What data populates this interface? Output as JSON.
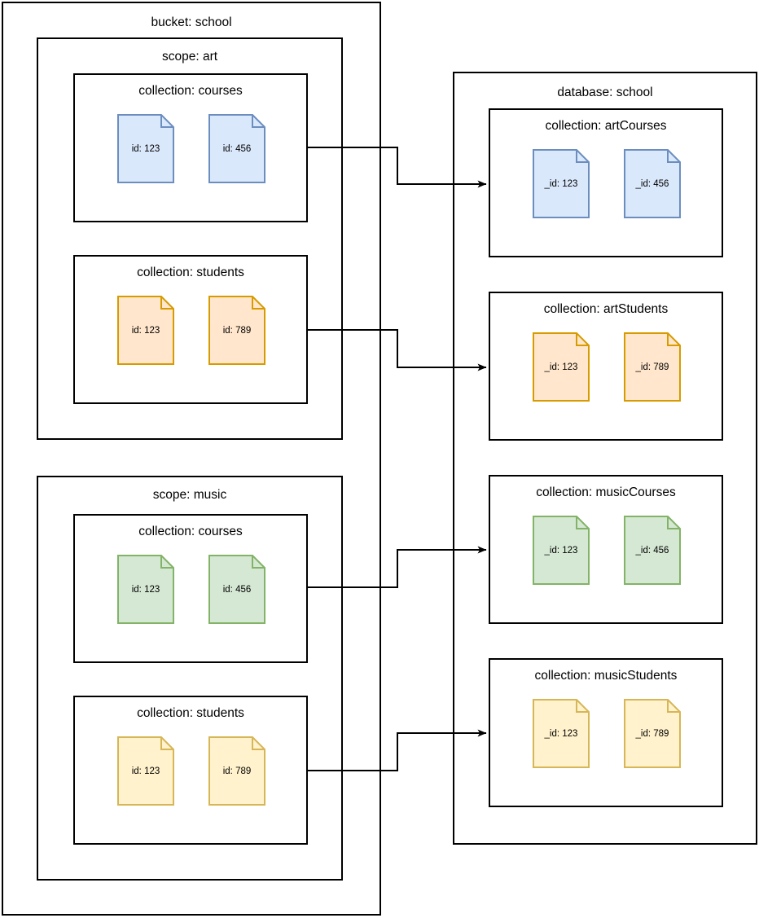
{
  "diagram": {
    "type": "couchbase-to-mongodb-mapping",
    "left_container": {
      "label": "bucket: school",
      "scopes": [
        {
          "label": "scope: art",
          "collections": [
            {
              "label": "collection: courses",
              "color_key": "blue",
              "documents": [
                {
                  "label": "id: 123"
                },
                {
                  "label": "id: 456"
                }
              ]
            },
            {
              "label": "collection: students",
              "color_key": "orange",
              "documents": [
                {
                  "label": "id: 123"
                },
                {
                  "label": "id: 789"
                }
              ]
            }
          ]
        },
        {
          "label": "scope: music",
          "collections": [
            {
              "label": "collection: courses",
              "color_key": "green",
              "documents": [
                {
                  "label": "id: 123"
                },
                {
                  "label": "id: 456"
                }
              ]
            },
            {
              "label": "collection: students",
              "color_key": "yellow",
              "documents": [
                {
                  "label": "id: 123"
                },
                {
                  "label": "id: 789"
                }
              ]
            }
          ]
        }
      ]
    },
    "right_container": {
      "label": "database: school",
      "collections": [
        {
          "label": "collection: artCourses",
          "color_key": "blue",
          "documents": [
            {
              "label": "_id: 123"
            },
            {
              "label": "_id: 456"
            }
          ]
        },
        {
          "label": "collection: artStudents",
          "color_key": "orange",
          "documents": [
            {
              "label": "_id: 123"
            },
            {
              "label": "_id: 789"
            }
          ]
        },
        {
          "label": "collection: musicCourses",
          "color_key": "green",
          "documents": [
            {
              "label": "_id: 123"
            },
            {
              "label": "_id: 456"
            }
          ]
        },
        {
          "label": "collection: musicStudents",
          "color_key": "yellow",
          "documents": [
            {
              "label": "_id: 123"
            },
            {
              "label": "_id: 789"
            }
          ]
        }
      ]
    },
    "connectors": [
      {
        "from": "collection: courses (art)",
        "to": "collection: artCourses"
      },
      {
        "from": "collection: students (art)",
        "to": "collection: artStudents"
      },
      {
        "from": "collection: courses (music)",
        "to": "collection: musicCourses"
      },
      {
        "from": "collection: students (music)",
        "to": "collection: musicStudents"
      }
    ]
  },
  "colors": {
    "background": "#ffffff",
    "frame_stroke": "#000000",
    "connector_stroke": "#000000",
    "text": "#000000",
    "blue_fill": "#dae8fc",
    "blue_stroke": "#6c8ebf",
    "orange_fill": "#ffe6cc",
    "orange_stroke": "#d79b00",
    "green_fill": "#d5e8d4",
    "green_stroke": "#82b366",
    "yellow_fill": "#fff2cc",
    "yellow_stroke": "#d6b656"
  }
}
